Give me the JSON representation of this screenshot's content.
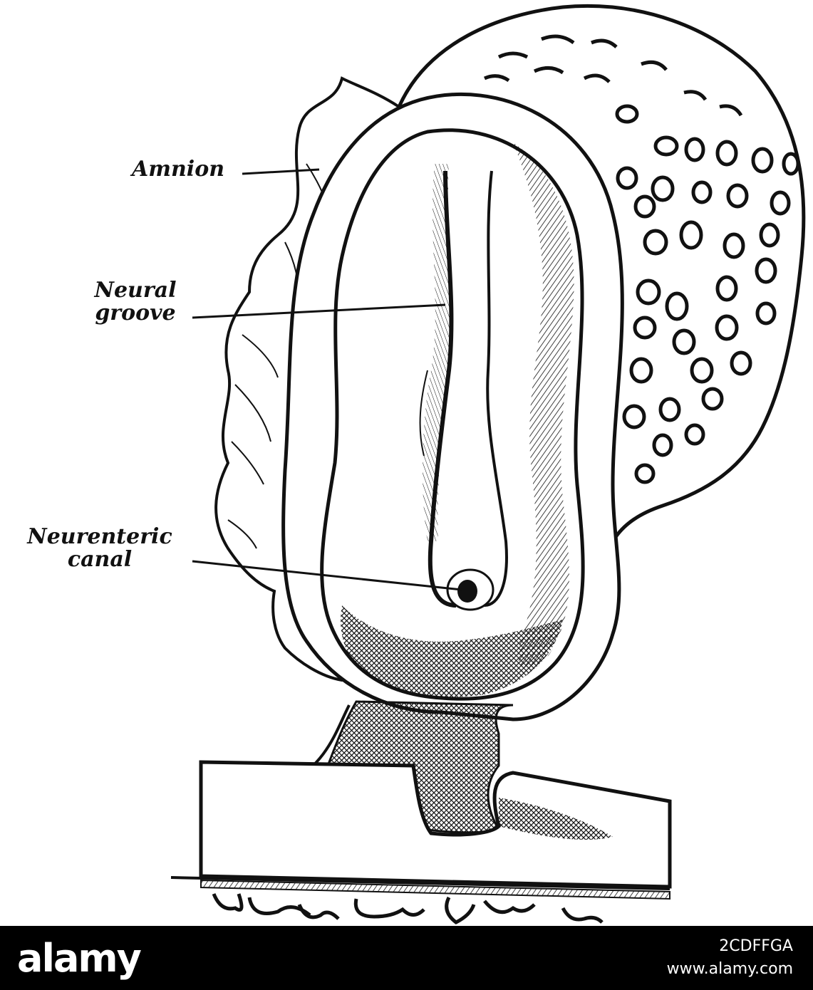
{
  "figure": {
    "labels": {
      "amnion": "Amnion",
      "neural_groove_line1": "Neural",
      "neural_groove_line2": "groove",
      "neurenteric_canal_line1": "Neurenteric",
      "neurenteric_canal_line2": "canal"
    }
  },
  "footer": {
    "brand": "alamy",
    "image_id": "2CDFFGA",
    "site_url": "www.alamy.com"
  },
  "colors": {
    "ink": "#111111",
    "footer_background": "#000000",
    "footer_text": "#ffffff"
  }
}
